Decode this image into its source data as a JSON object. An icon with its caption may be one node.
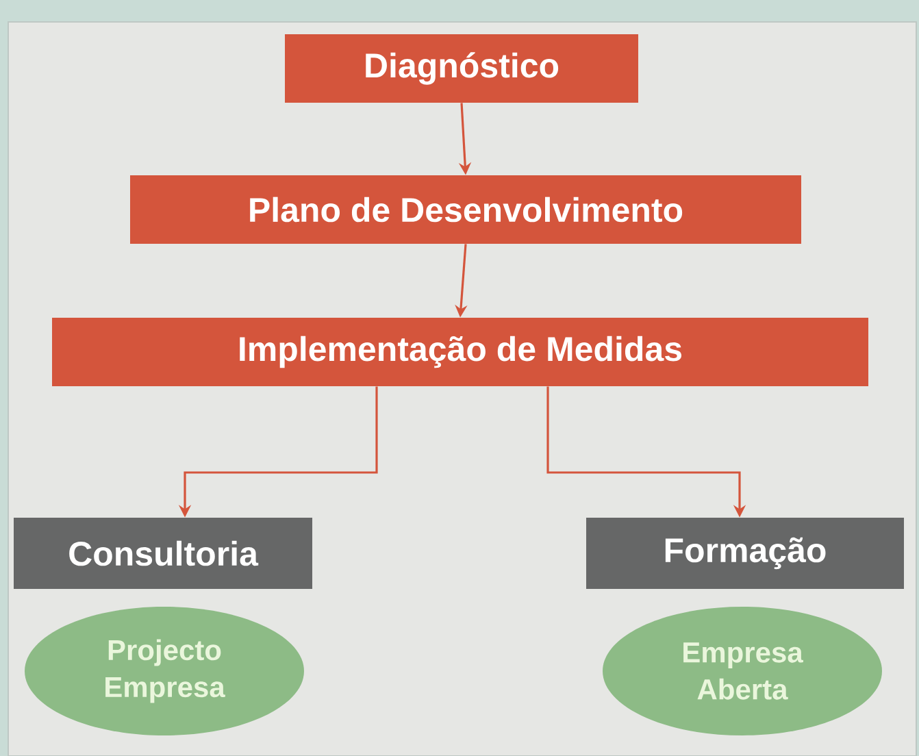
{
  "diagram": {
    "nodes": [
      {
        "text": [
          "Diagnóstico"
        ]
      },
      {
        "text": [
          "Plano de Desenvolvimento"
        ]
      },
      {
        "text": [
          "Implementação de Medidas"
        ]
      },
      {
        "text": [
          "Consultoria"
        ]
      },
      {
        "text": [
          "Formação"
        ]
      },
      {
        "text": [
          "Projecto Empresa"
        ]
      },
      {
        "text": [
          "Empresa Aberta"
        ]
      }
    ],
    "edges": [
      {
        "from": 0,
        "to": 1,
        "arrow": "to"
      },
      {
        "from": 1,
        "to": 2,
        "arrow": "to"
      },
      {
        "from": 2,
        "to": 3,
        "arrow": "to"
      },
      {
        "from": 2,
        "to": 4,
        "arrow": "to"
      }
    ]
  }
}
